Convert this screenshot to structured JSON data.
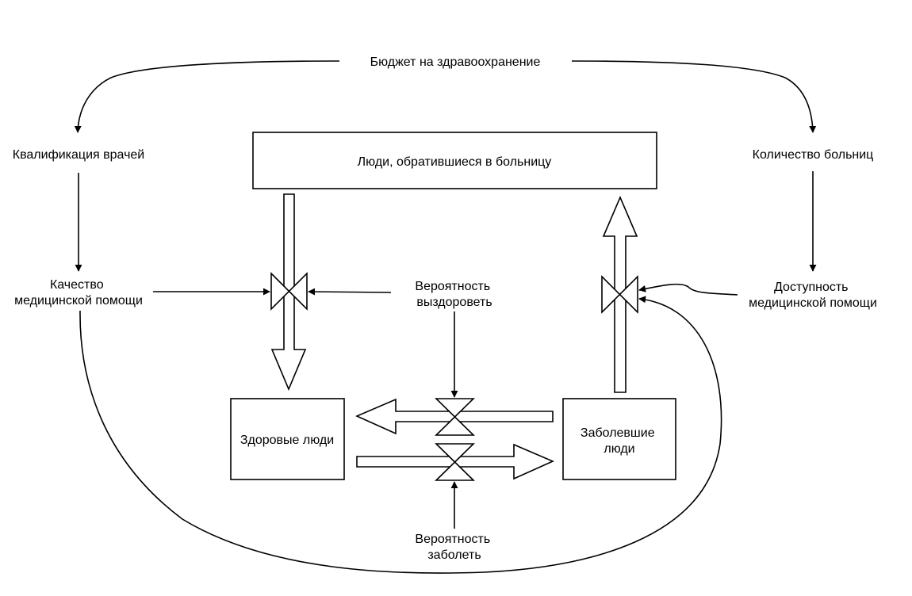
{
  "nodes": {
    "budget": "Бюджет на здравоохранение",
    "doctor_qualification": "Квалификация врачей",
    "hospital_count": "Количество больниц",
    "hospital_visitors": "Люди, обратившиеся в больницу",
    "care_quality": [
      "Качество",
      "медицинской помощи"
    ],
    "recovery_probability": [
      "Вероятность",
      "выздороветь"
    ],
    "care_accessibility": [
      "Доступность",
      "медицинской помощи"
    ],
    "healthy_people": "Здоровые люди",
    "sick_people": [
      "Заболевшие",
      "люди"
    ],
    "sickness_probability": [
      "Вероятность",
      "заболеть"
    ]
  }
}
